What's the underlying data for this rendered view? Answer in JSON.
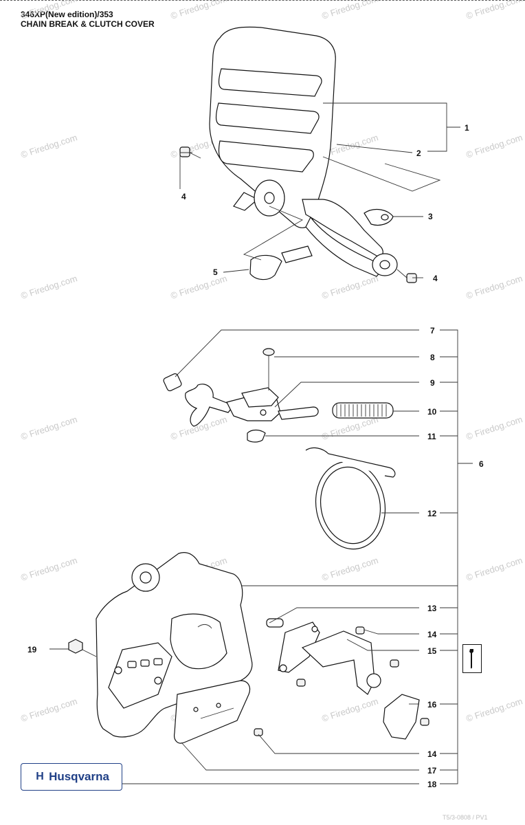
{
  "header": {
    "model": "346XP(New edition)/353",
    "section": "CHAIN BREAK & CLUTCH COVER"
  },
  "watermark": "© Firedog.com",
  "callouts": [
    "1",
    "2",
    "3",
    "4",
    "4",
    "5",
    "6",
    "7",
    "8",
    "9",
    "10",
    "11",
    "12",
    "13",
    "14",
    "15",
    "16",
    "14",
    "17",
    "18",
    "19"
  ],
  "brand": {
    "name": "Husqvarna",
    "color": "#1f3f86"
  },
  "tool_icon": "wrench-icon",
  "footer_code": "T5/3-0808 / PV1"
}
